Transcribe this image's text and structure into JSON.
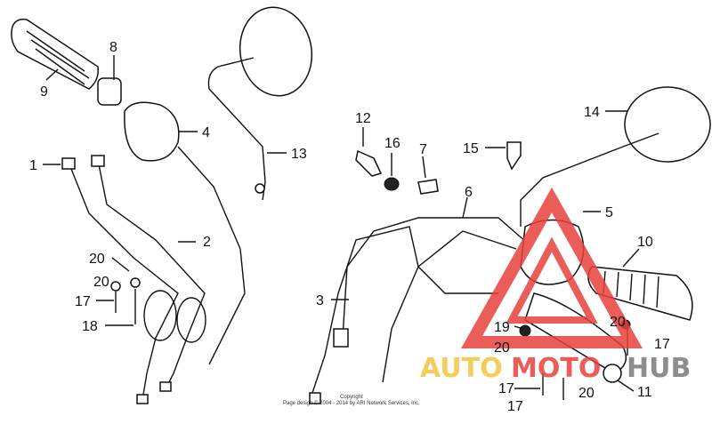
{
  "diagram": {
    "callouts": [
      "1",
      "2",
      "3",
      "4",
      "5",
      "6",
      "7",
      "8",
      "9",
      "10",
      "11",
      "12",
      "13",
      "14",
      "15",
      "16",
      "17",
      "18",
      "19",
      "20"
    ],
    "extra_callouts": {
      "c17b": "17",
      "c17c": "17",
      "c17d": "17",
      "c20b": "20",
      "c20c": "20",
      "c20d": "20",
      "c20e": "20"
    }
  },
  "copyright": {
    "line1": "Copyright",
    "line2": "Page design © 2004 - 2014 by ARI Network Services, Inc."
  },
  "watermark": {
    "text_auto": "AUTO",
    "text_moto": "MOTO",
    "text_hub": "HUB",
    "colors": {
      "auto": "#f4c542",
      "moto": "#e8413c",
      "hub": "#7a7a7a",
      "triangle": "#e8413c"
    }
  }
}
